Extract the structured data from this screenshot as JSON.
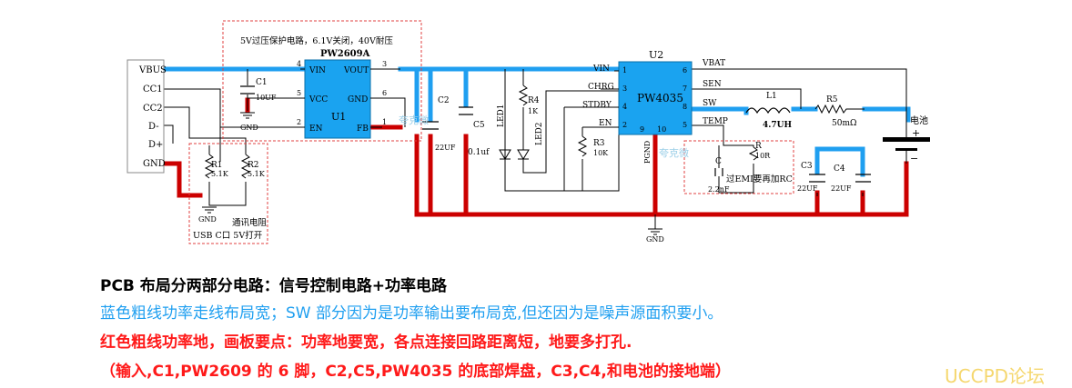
{
  "schematic": {
    "usb_pins": [
      "VBUS",
      "CC1",
      "CC2",
      "D-",
      "D+",
      "GND"
    ],
    "protect_box_label": "5V过压保护电路，6.1V关闭，40V耐压",
    "u1": {
      "part": "PW2609A",
      "ref": "U1",
      "pins": {
        "vin": "VIN",
        "vout": "VOUT",
        "vcc": "VCC",
        "gnd": "GND",
        "en": "EN",
        "fb": "FB"
      },
      "pin_numbers": [
        "4",
        "3",
        "5",
        "6",
        "2",
        "1"
      ]
    },
    "u2": {
      "ref": "U2",
      "part": "PW4035",
      "left_pins": [
        "VIN",
        "CHRG",
        "STDBY",
        "EN"
      ],
      "left_nums": [
        "1",
        "3",
        "4",
        "2"
      ],
      "right_pins": [
        "VBAT",
        "SEN",
        "SW",
        "TEMP"
      ],
      "right_nums": [
        "6",
        "7",
        "8",
        "5"
      ],
      "bottom_nums": [
        "9",
        "10"
      ],
      "bottom_label": "PGND"
    },
    "c1": {
      "ref": "C1",
      "value": "10UF"
    },
    "c2": {
      "ref": "C2",
      "value": "22UF"
    },
    "c5": {
      "ref": "C5",
      "value": "0.1uf"
    },
    "c3": {
      "ref": "C3",
      "value": "22UF"
    },
    "c4": {
      "ref": "C4",
      "value": "22UF"
    },
    "c_emi": {
      "ref": "C",
      "value": "2.2nF"
    },
    "r1": {
      "ref": "R1",
      "value": "5.1K"
    },
    "r2": {
      "ref": "R2",
      "value": "5.1K"
    },
    "r3": {
      "ref": "R3",
      "value": "10K"
    },
    "r4": {
      "ref": "R4",
      "value": "1K"
    },
    "r5": {
      "ref": "R5",
      "value": "50mΩ"
    },
    "r_emi": {
      "ref": "R",
      "value": "10R"
    },
    "l1": {
      "ref": "L1",
      "value": "4.7UH"
    },
    "led1": "LED1",
    "led2": "LED2",
    "gnd": "GND",
    "cc_box_label_1": "通讯电阻",
    "cc_box_label_2": "USB C口 5V打开",
    "emi_label": "过EMI要再加RC",
    "battery": {
      "label": "电池",
      "plus": "+",
      "minus": "−"
    },
    "watermark": "夸克微"
  },
  "captions": {
    "line1": "PCB 布局分两部分电路：信号控制电路+功率电路",
    "line2": "蓝色粗线功率走线布局宽；SW 部分因为是功率输出要布局宽,但还因为是噪声源面积要小。",
    "line3": "红色粗线功率地，画板要点：功率地要宽，各点连接回路距离短，地要多打孔.",
    "line4": "（输入,C1,PW2609 的 6 脚，C2,C5,PW4035 的底部焊盘，C3,C4,和电池的接地端）"
  },
  "forum": "UCCPD论坛",
  "colors": {
    "power_trace": "#1f9ff0",
    "ground_trace": "#cc0000",
    "chip_fill": "#1aa3f0",
    "dash_box": "#e04040",
    "forum": "#f5d76e"
  }
}
